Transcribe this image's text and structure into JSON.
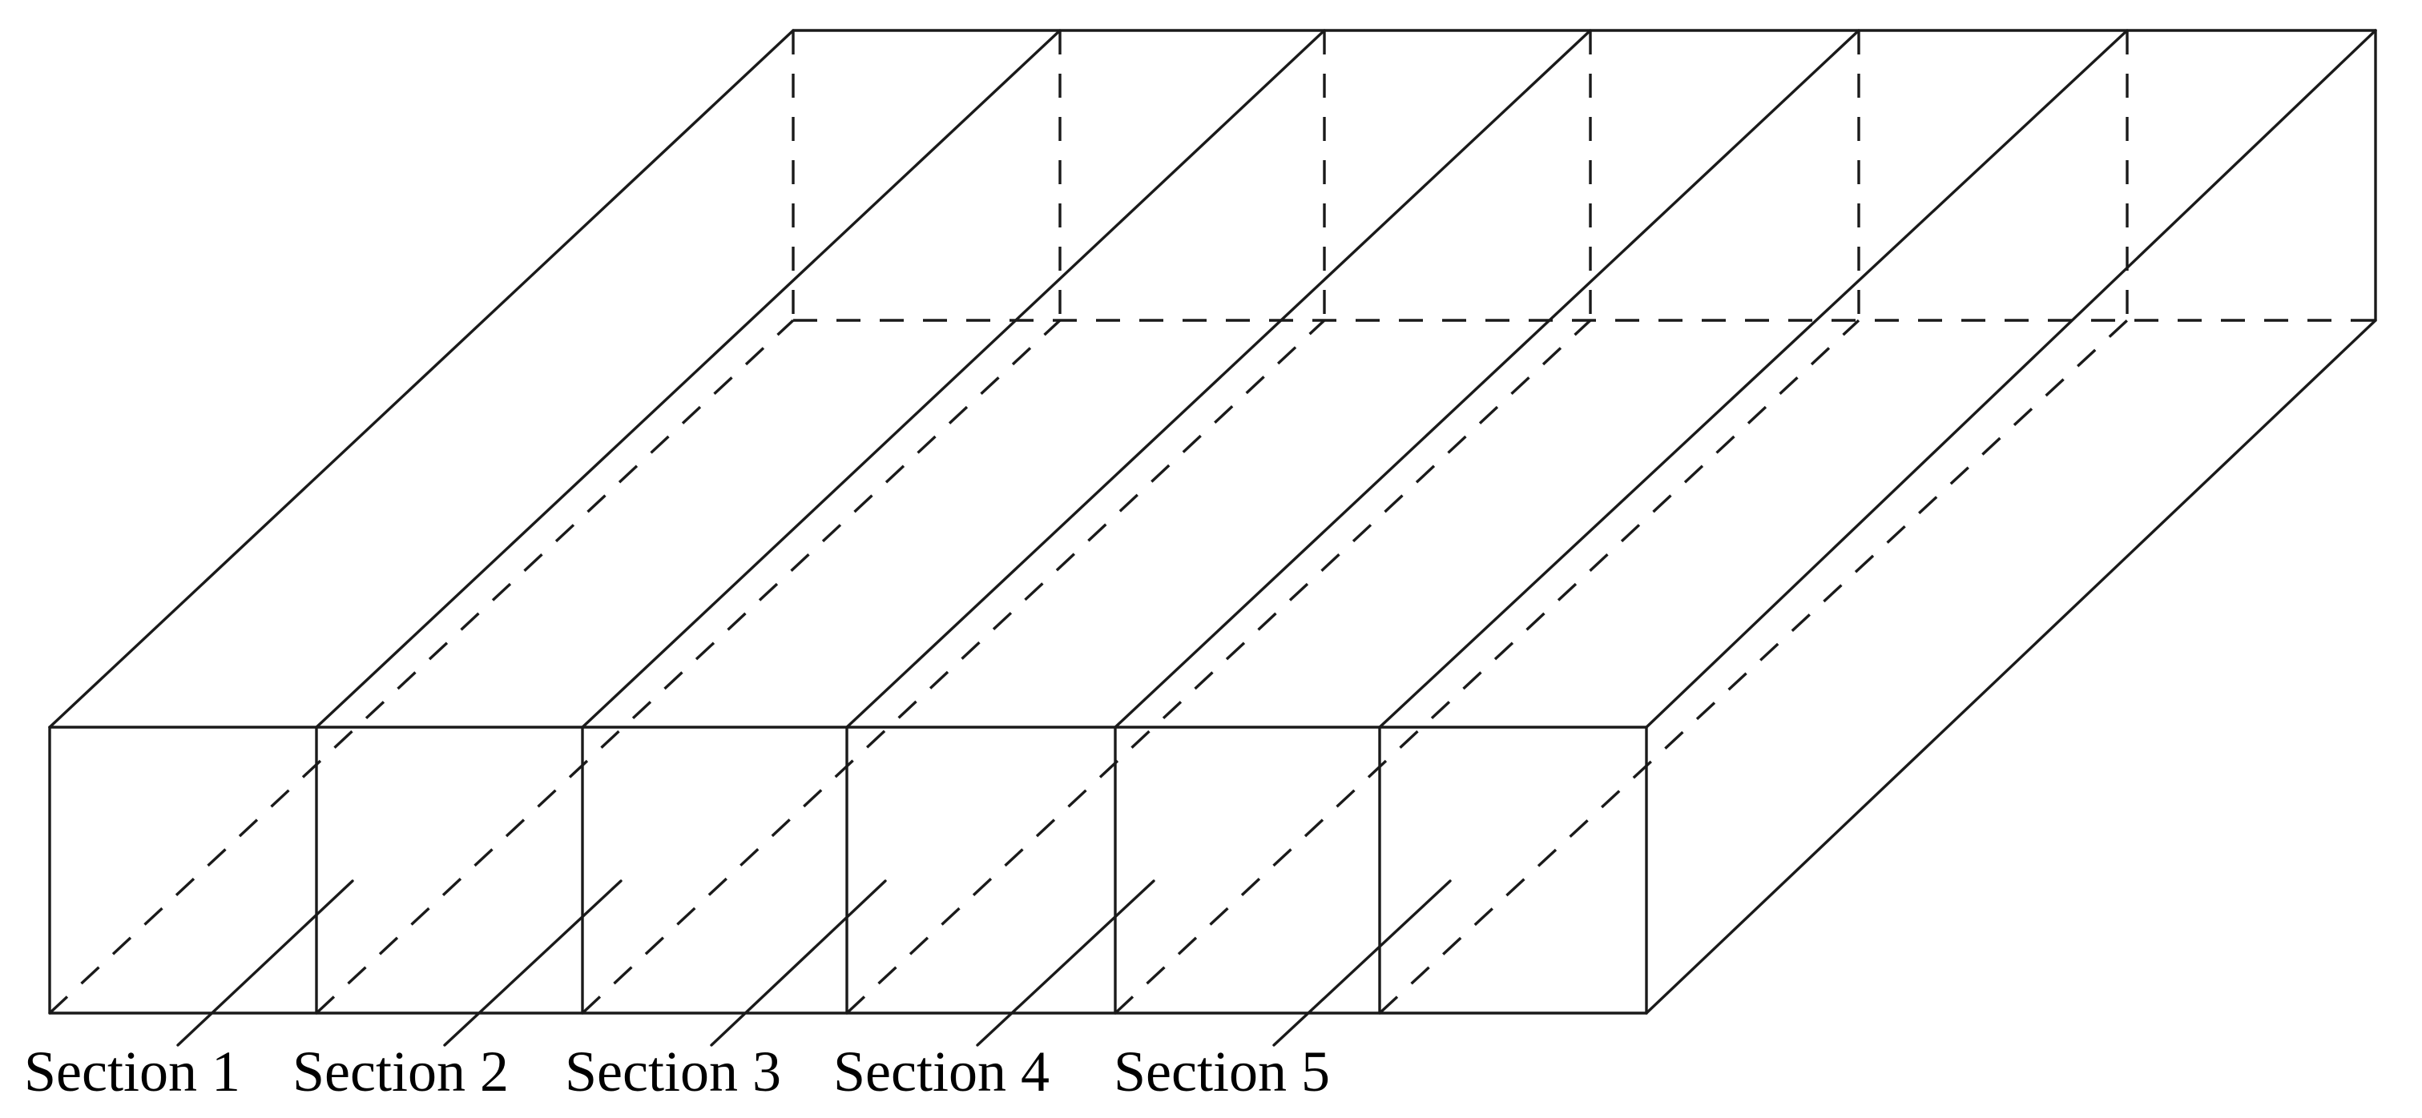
{
  "diagram": {
    "labels": [
      "Section 1",
      "Section 2",
      "Section 3",
      "Section 4",
      "Section 5"
    ]
  }
}
